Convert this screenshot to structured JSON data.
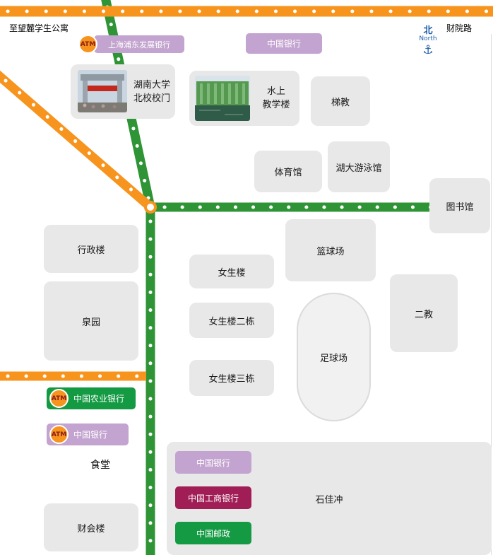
{
  "atm_label": "ATM",
  "edge_labels": {
    "top_left": "至望麓学生公寓",
    "top_right": "财院路"
  },
  "compass": {
    "cn": "北",
    "en": "North",
    "anchor": "⚓"
  },
  "pois": {
    "spdb": {
      "label": "上海浦东发展银行"
    },
    "boc_top": {
      "label": "中国银行"
    },
    "abc": {
      "label": "中国农业银行"
    },
    "boc_left": {
      "label": "中国银行"
    },
    "boc_sjc": {
      "label": "中国银行"
    },
    "icbc": {
      "label": "中国工商银行"
    },
    "post": {
      "label": "中国邮政"
    }
  },
  "buildings": {
    "gate": {
      "line1": "湖南大学",
      "line2": "北校校门"
    },
    "water": {
      "line1": "水上",
      "line2": "教学楼"
    },
    "tijiao": {
      "label": "梯教"
    },
    "gym": {
      "label": "体育馆"
    },
    "swim": {
      "label": "湖大游泳馆"
    },
    "library": {
      "label": "图书馆"
    },
    "admin": {
      "label": "行政楼"
    },
    "quanyuan": {
      "label": "泉园"
    },
    "girls1": {
      "label": "女生楼"
    },
    "girls2": {
      "label": "女生楼二栋"
    },
    "girls3": {
      "label": "女生楼三栋"
    },
    "basketball": {
      "label": "篮球场"
    },
    "football": {
      "label": "足球场"
    },
    "erjiao": {
      "label": "二教"
    },
    "canteen": {
      "label": "食堂"
    },
    "caihui": {
      "label": "财会楼"
    },
    "shijiachong": {
      "label": "石佳冲"
    }
  },
  "colors": {
    "road_orange": "#F7941E",
    "road_green": "#2E9435",
    "building_fill": "#E8E8E8",
    "label_purple": "#C3A3CF",
    "label_green": "#149A43",
    "label_maroon": "#A01D55",
    "atm_fill": "#F7941E",
    "atm_text": "#8B1C1C",
    "compass_blue": "#1B5CA8"
  }
}
